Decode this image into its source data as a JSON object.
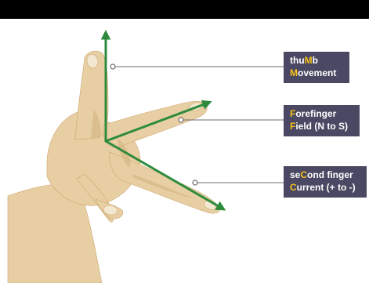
{
  "colors": {
    "skin": "#e8cfa3",
    "skin_shadow": "#d6b785",
    "skin_dark": "#caa66f",
    "nail": "#f3e7cf",
    "arrow": "#2e8b3d",
    "leader": "#6b6b6b",
    "label_bg": "#4a4862",
    "label_text": "#ffffff",
    "highlight": "#f6c21b",
    "top_bar": "#000000"
  },
  "labels": {
    "thumb": {
      "line1": [
        {
          "t": "thu"
        },
        {
          "t": "M",
          "hl": true
        },
        {
          "t": "b"
        }
      ],
      "line2": [
        {
          "t": "M",
          "hl": true
        },
        {
          "t": "ovement"
        }
      ]
    },
    "forefinger": {
      "line1": [
        {
          "t": "F",
          "hl": true
        },
        {
          "t": "orefinger"
        }
      ],
      "line2": [
        {
          "t": "F",
          "hl": true
        },
        {
          "t": "ield (N to S)"
        }
      ]
    },
    "second": {
      "line1": [
        {
          "t": "se"
        },
        {
          "t": "C",
          "hl": true
        },
        {
          "t": "ond finger"
        }
      ],
      "line2": [
        {
          "t": "C",
          "hl": true
        },
        {
          "t": "urrent (+ to -)"
        }
      ]
    }
  }
}
